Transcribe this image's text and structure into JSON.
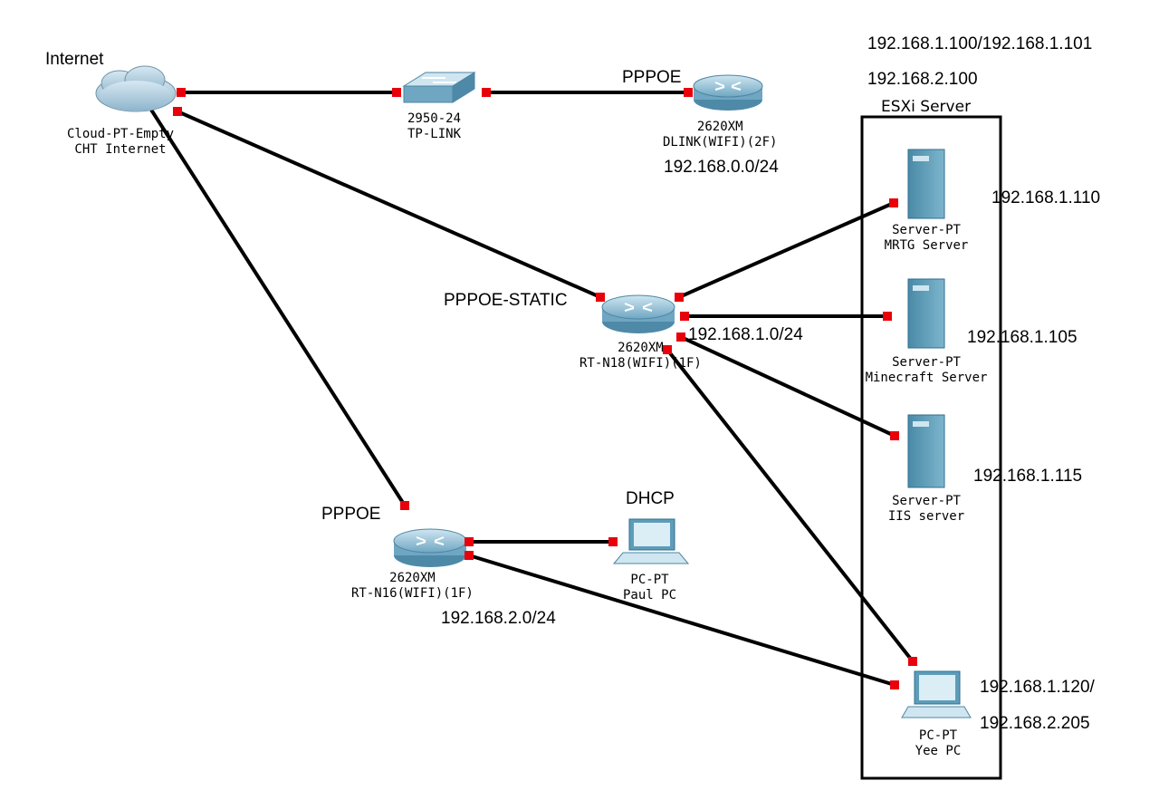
{
  "cloud": {
    "label_top": "Internet",
    "name1": "Cloud-PT-Empty",
    "name2": "CHT Internet"
  },
  "switch": {
    "name1": "2950-24",
    "name2": "TP-LINK"
  },
  "router_top": {
    "proto": "PPPOE",
    "name1": "2620XM",
    "name2": "DLINK(WIFI)(2F)",
    "subnet": "192.168.0.0/24"
  },
  "router_mid": {
    "proto": "PPPOE-STATIC",
    "name1": "2620XM",
    "name2": "RT-N18(WIFI)(1F)",
    "subnet": "192.168.1.0/24"
  },
  "router_bot": {
    "proto": "PPPOE",
    "name1": "2620XM",
    "name2": "RT-N16(WIFI)(1F)",
    "subnet": "192.168.2.0/24"
  },
  "pc_paul": {
    "proto": "DHCP",
    "name1": "PC-PT",
    "name2": "Paul PC"
  },
  "esxi": {
    "ip1": "192.168.1.100/192.168.1.101",
    "ip2": "192.168.2.100",
    "title": "ESXi Server"
  },
  "srv_mrtg": {
    "name1": "Server-PT",
    "name2": "MRTG Server",
    "ip": "192.168.1.110"
  },
  "srv_mc": {
    "name1": "Server-PT",
    "name2": "Minecraft Server",
    "ip": "192.168.1.105"
  },
  "srv_iis": {
    "name1": "Server-PT",
    "name2": "IIS server",
    "ip": "192.168.1.115"
  },
  "pc_yee": {
    "name1": "PC-PT",
    "name2": "Yee PC",
    "ip1": "192.168.1.120/",
    "ip2": "192.168.2.205"
  },
  "colors": {
    "link": "#000000",
    "port": "#e8000b",
    "device": "#5e9cb8",
    "device_dark": "#2f6f8f"
  }
}
